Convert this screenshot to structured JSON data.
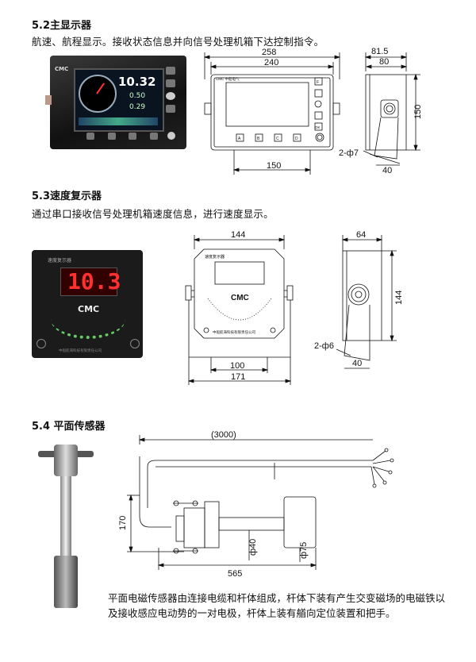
{
  "sections": {
    "main_display": {
      "heading": "5.2主显示器",
      "description": "航速、航程显示。接收状态信息并向信号处理机箱下达控制指令。",
      "dims": {
        "overall_width": "258",
        "panel_width": "240",
        "depth_outer": "81.5",
        "depth_inner": "80",
        "height": "150",
        "mount_holes": "2-ф7",
        "bracket_span": "150",
        "bracket_depth": "40"
      },
      "photo": {
        "brand": "CMC",
        "speed": "10.32",
        "value_a": "0.50",
        "value_b": "0.29"
      },
      "drawing": {
        "brand_label": "CMC 中船电气",
        "button_labels": [
          "A",
          "B",
          "C",
          "D"
        ],
        "key_f": "F",
        "key_ok": "OK"
      }
    },
    "speed_repeater": {
      "heading": "5.3速度复示器",
      "description": "通过串口接收信号处理机箱速度信息，进行速度显示。",
      "dims": {
        "face_width": "144",
        "depth": "64",
        "height": "144",
        "mount_holes": "2-ф6",
        "bracket_depth": "40",
        "bracket_span": "100",
        "overall_width": "171"
      },
      "photo": {
        "title": "速度复示器",
        "value": "10.3",
        "brand": "CMC",
        "maker": "中船航海科技有限责任公司"
      },
      "drawing": {
        "title": "速度复示器",
        "brand": "CMC",
        "maker": "中船航海科技有限责任公司"
      }
    },
    "plane_sensor": {
      "heading": "5.4 平面传感器",
      "dims": {
        "cable_length": "(3000)",
        "height_offset": "170",
        "rod_diameter": "ф40",
        "body_diameter": "ф75",
        "overall_length": "565"
      },
      "paragraph": "平面电磁传感器由连接电缆和杆体组成，杆体下装有产生交变磁场的电磁铁以及接收感应电动势的一对电极，杆体上装有艏向定位装置和把手。"
    }
  }
}
